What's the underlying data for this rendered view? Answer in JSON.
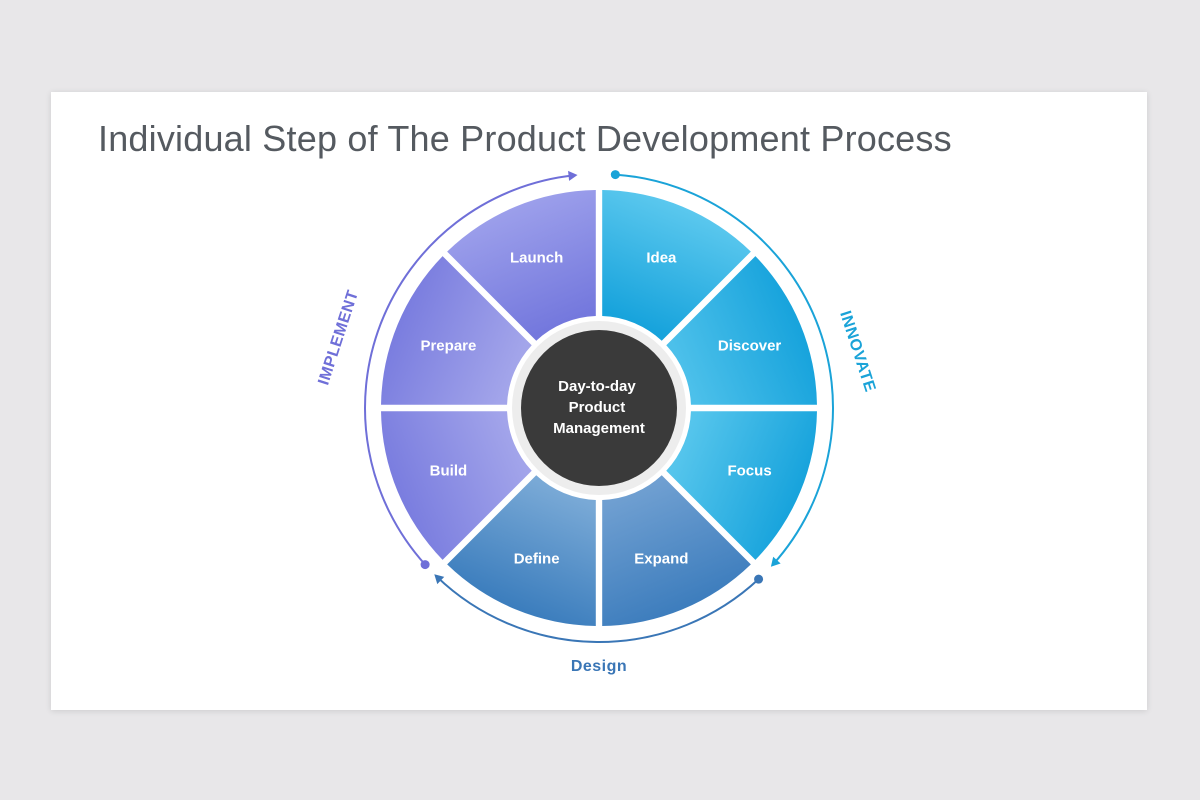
{
  "title": "Individual Step of The Product Development Process",
  "hub": {
    "lines": [
      "Day-to-day",
      "Product",
      "Management"
    ]
  },
  "segments": [
    {
      "label": "Idea",
      "colors": [
        "#5bc8ee",
        "#17a3dc"
      ]
    },
    {
      "label": "Discover",
      "colors": [
        "#17a3dc",
        "#4cc0ea"
      ]
    },
    {
      "label": "Focus",
      "colors": [
        "#17a3dc",
        "#55c5ec"
      ]
    },
    {
      "label": "Expand",
      "colors": [
        "#3d7dbd",
        "#6f9fd1"
      ]
    },
    {
      "label": "Define",
      "colors": [
        "#3b7dbd",
        "#79a9d6"
      ]
    },
    {
      "label": "Build",
      "colors": [
        "#7a7ddf",
        "#a2a4ea"
      ]
    },
    {
      "label": "Prepare",
      "colors": [
        "#7a7ddf",
        "#a3a5ea"
      ]
    },
    {
      "label": "Launch",
      "colors": [
        "#9c9feb",
        "#7478dd"
      ]
    }
  ],
  "phases": [
    {
      "label": "INNOVATE",
      "color": "#1aa3d8"
    },
    {
      "label": "Design",
      "color": "#3a76b6"
    },
    {
      "label": "IMPLEMENT",
      "color": "#6f6fd8"
    }
  ],
  "colors": {
    "hub": "#3a3a3a",
    "hub_ring": "#e6e6e6",
    "background": "#e8e7e9"
  }
}
